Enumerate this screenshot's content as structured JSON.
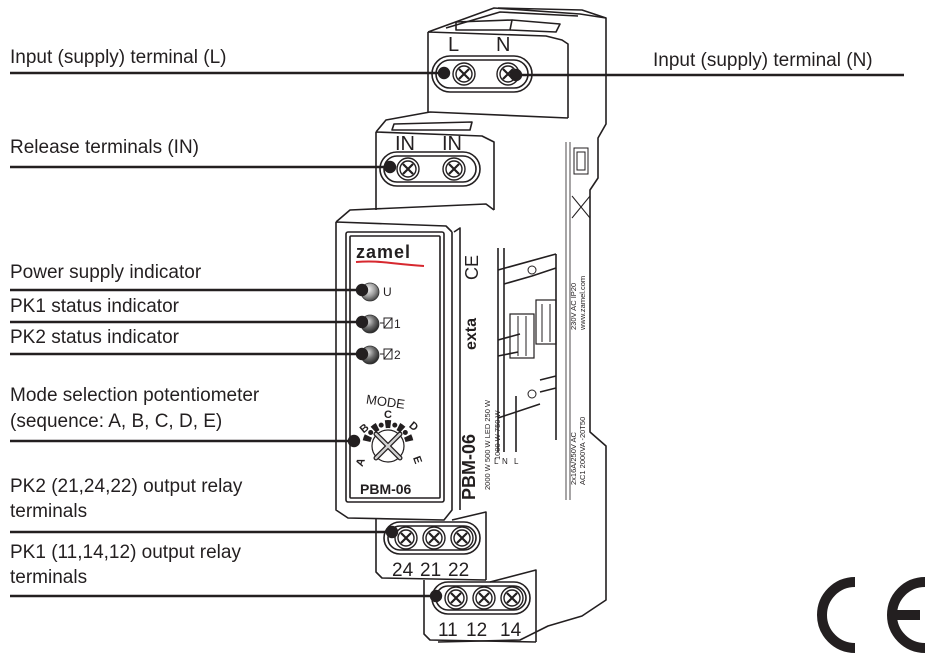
{
  "labels": {
    "input_l": "Input (supply) terminal (L)",
    "input_n": "Input (supply) terminal (N)",
    "release": "Release terminals (IN)",
    "power_indicator": "Power supply indicator",
    "pk1_indicator": "PK1 status indicator",
    "pk2_indicator": "PK2 status indicator",
    "mode_line1": "Mode selection potentiometer",
    "mode_line2": "(sequence: A, B, C, D, E)",
    "pk2_relay_line1": "PK2 (21,24,22) output relay",
    "pk2_relay_line2": "terminals",
    "pk1_relay_line1": "PK1 (11,14,12) output relay",
    "pk1_relay_line2": "terminals"
  },
  "device": {
    "brand": "zamel",
    "brand_color": "#d7282f",
    "model": "PBM-06",
    "side_model": "PBM-06",
    "side_brand": "exta",
    "terminal_top": [
      "L",
      "N"
    ],
    "terminal_in": [
      "IN",
      "IN"
    ],
    "terminal_pk2": [
      "24",
      "21",
      "22"
    ],
    "terminal_pk1": [
      "11",
      "12",
      "14"
    ],
    "indicators": [
      {
        "name": "U",
        "icon": "power-led"
      },
      {
        "name": "1",
        "icon": "relay-coil-icon"
      },
      {
        "name": "2",
        "icon": "relay-coil-icon"
      }
    ],
    "mode_title": "MODE",
    "mode_positions": [
      "A",
      "B",
      "C",
      "D",
      "E"
    ],
    "side_ratings_1": "2000 W  500 W  LED 250 W",
    "side_ratings_2": "1000 W  750 W",
    "side_specs_1": "230V AC   IP20",
    "side_specs_2": "www.zamel.com",
    "side_specs_3": "2x16A/250V AC",
    "side_specs_4": "AC1 2000VA  -20T50",
    "wiring_labels": [
      "L",
      "N",
      "L"
    ]
  },
  "ce_mark": "CE"
}
